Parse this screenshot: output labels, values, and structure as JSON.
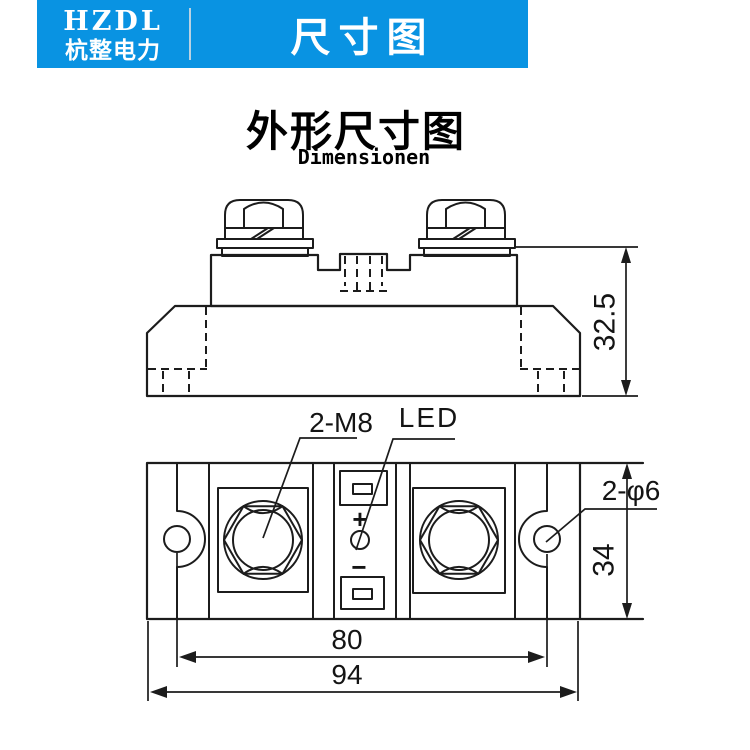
{
  "header": {
    "logo_top": "HZDL",
    "logo_bottom": "杭整电力",
    "title": "尺寸图"
  },
  "titles": {
    "main": "外形尺寸图",
    "sub": "Dimensionen"
  },
  "side_view": {
    "height_dim": "32.5"
  },
  "top_view": {
    "bolt_label": "2-M8",
    "led_label": "LED",
    "hole_label": "2-φ6",
    "plus_sign": "+",
    "minus_sign": "−",
    "ear_height_dim": "34",
    "hole_spacing_dim": "80",
    "overall_width_dim": "94"
  },
  "colors": {
    "header_blue": "#0993e2",
    "line": "#1c1c1c",
    "background": "#ffffff"
  }
}
